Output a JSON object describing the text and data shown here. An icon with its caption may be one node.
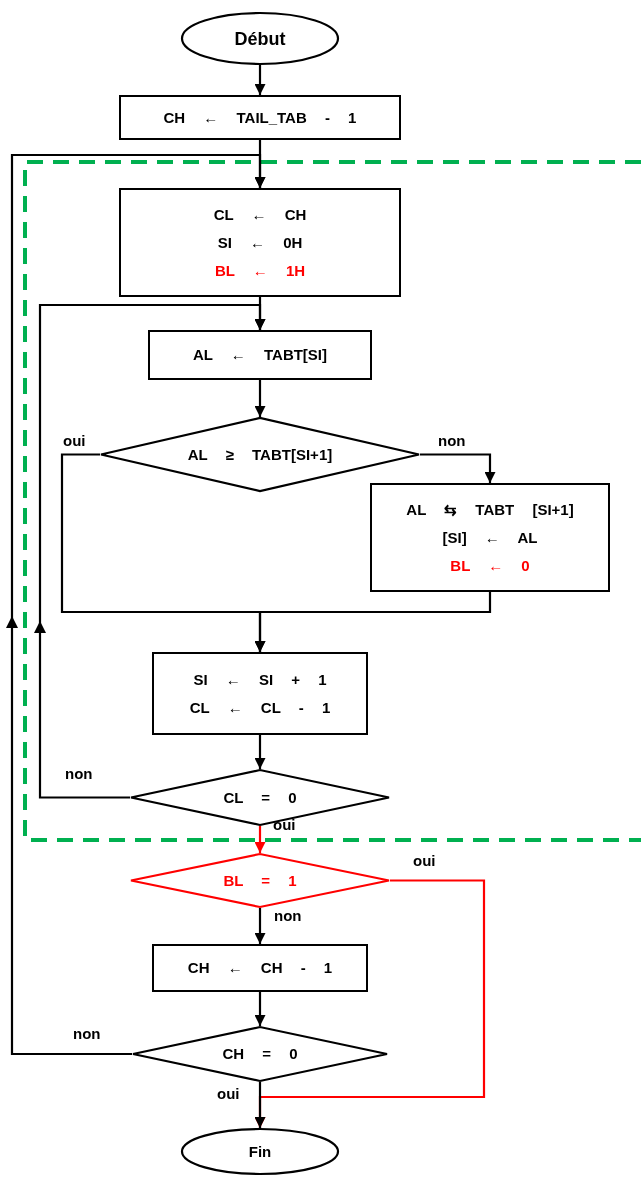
{
  "diagram": {
    "nodes": [
      {
        "text": [
          "Début"
        ]
      },
      {
        "text": [
          "CH ← TAIL_TAB - 1"
        ]
      },
      {
        "text": [
          "CL ← CH",
          "SI ← 0H",
          "BL ← 1H"
        ]
      },
      {
        "text": [
          "AL ← TABT[SI]"
        ]
      },
      {
        "text": [
          "AL ≥ TABT[SI+1]"
        ]
      },
      {
        "text": [
          "AL ⇆ TABT [SI+1]",
          "[SI] ← AL",
          "BL ← 0"
        ]
      },
      {
        "text": [
          "SI ← SI + 1",
          "CL ← CL - 1"
        ]
      },
      {
        "text": [
          "CL = 0"
        ]
      },
      {
        "text": [
          "BL = 1"
        ]
      },
      {
        "text": [
          "CH ← CH - 1"
        ]
      },
      {
        "text": [
          "CH = 0"
        ]
      },
      {
        "text": [
          "Fin"
        ]
      }
    ],
    "edges": [
      {
        "from": 0,
        "to": 1,
        "arrow": "to"
      },
      {
        "from": 1,
        "to": 2,
        "arrow": "to"
      },
      {
        "from": 2,
        "to": 3,
        "arrow": "to"
      },
      {
        "from": 3,
        "to": 4,
        "arrow": "to"
      },
      {
        "from": 4,
        "to": 5,
        "arrow": "to",
        "label": "non"
      },
      {
        "from": 4,
        "to": 6,
        "arrow": "to",
        "label": "oui"
      },
      {
        "from": 5,
        "to": 6,
        "arrow": "to"
      },
      {
        "from": 6,
        "to": 7,
        "arrow": "to"
      },
      {
        "from": 7,
        "to": 3,
        "arrow": "to",
        "label": "non"
      },
      {
        "from": 7,
        "to": 8,
        "arrow": "to",
        "label": "oui",
        "color": "#ff0000"
      },
      {
        "from": 8,
        "to": 9,
        "arrow": "to",
        "label": "non"
      },
      {
        "from": 8,
        "to": 11,
        "arrow": "to",
        "label": "oui",
        "color": "#ff0000"
      },
      {
        "from": 9,
        "to": 10,
        "arrow": "to"
      },
      {
        "from": 10,
        "to": 2,
        "arrow": "to",
        "label": "non"
      },
      {
        "from": 10,
        "to": 11,
        "arrow": "to",
        "label": "oui"
      }
    ]
  }
}
